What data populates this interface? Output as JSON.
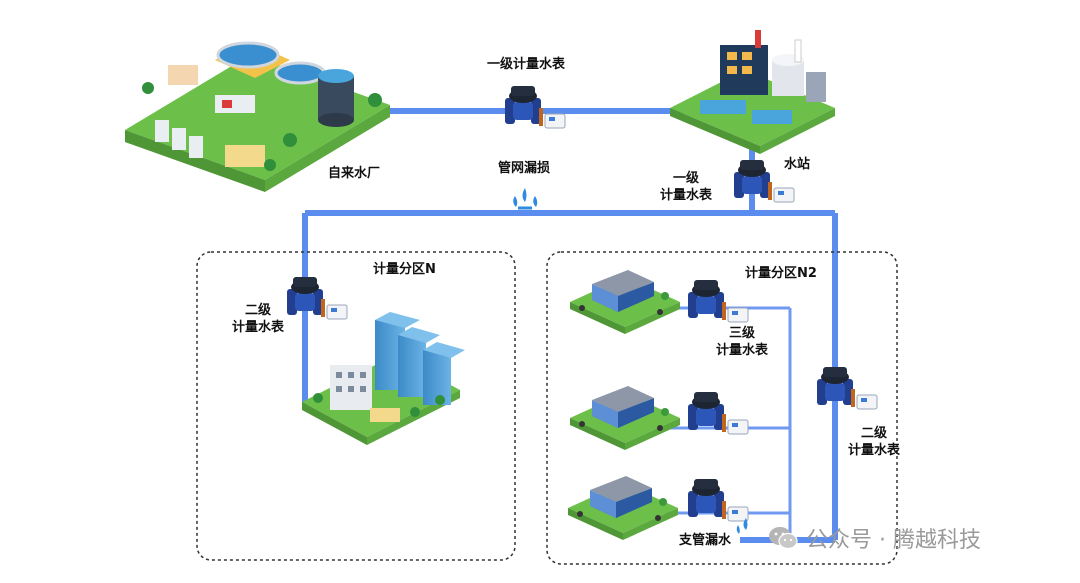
{
  "labels": {
    "plant": "自来水厂",
    "meter_l1_top": "一级计量水表",
    "leak_network": "管网漏损",
    "station": "水站",
    "meter_l1_station": [
      "一级",
      "计量水表"
    ],
    "zone_n": "计量分区N",
    "meter_l2_left": [
      "二级",
      "计量水表"
    ],
    "zone_n2": "计量分区N2",
    "meter_l3": [
      "三级",
      "计量水表"
    ],
    "meter_l2_right": [
      "二级",
      "计量水表"
    ],
    "leak_branch": "支管漏水"
  },
  "watermark": {
    "text": "公众号 · 腾越科技"
  },
  "colors": {
    "pipe": "#5b8def",
    "pipe_thin": "#6f9af0",
    "meter_body": "#1f3f93",
    "meter_head": "#1d2533",
    "grass": "#6cc04a",
    "zone_border": "#333333",
    "building": "#4a90c8",
    "leak": "#2e8be0"
  }
}
